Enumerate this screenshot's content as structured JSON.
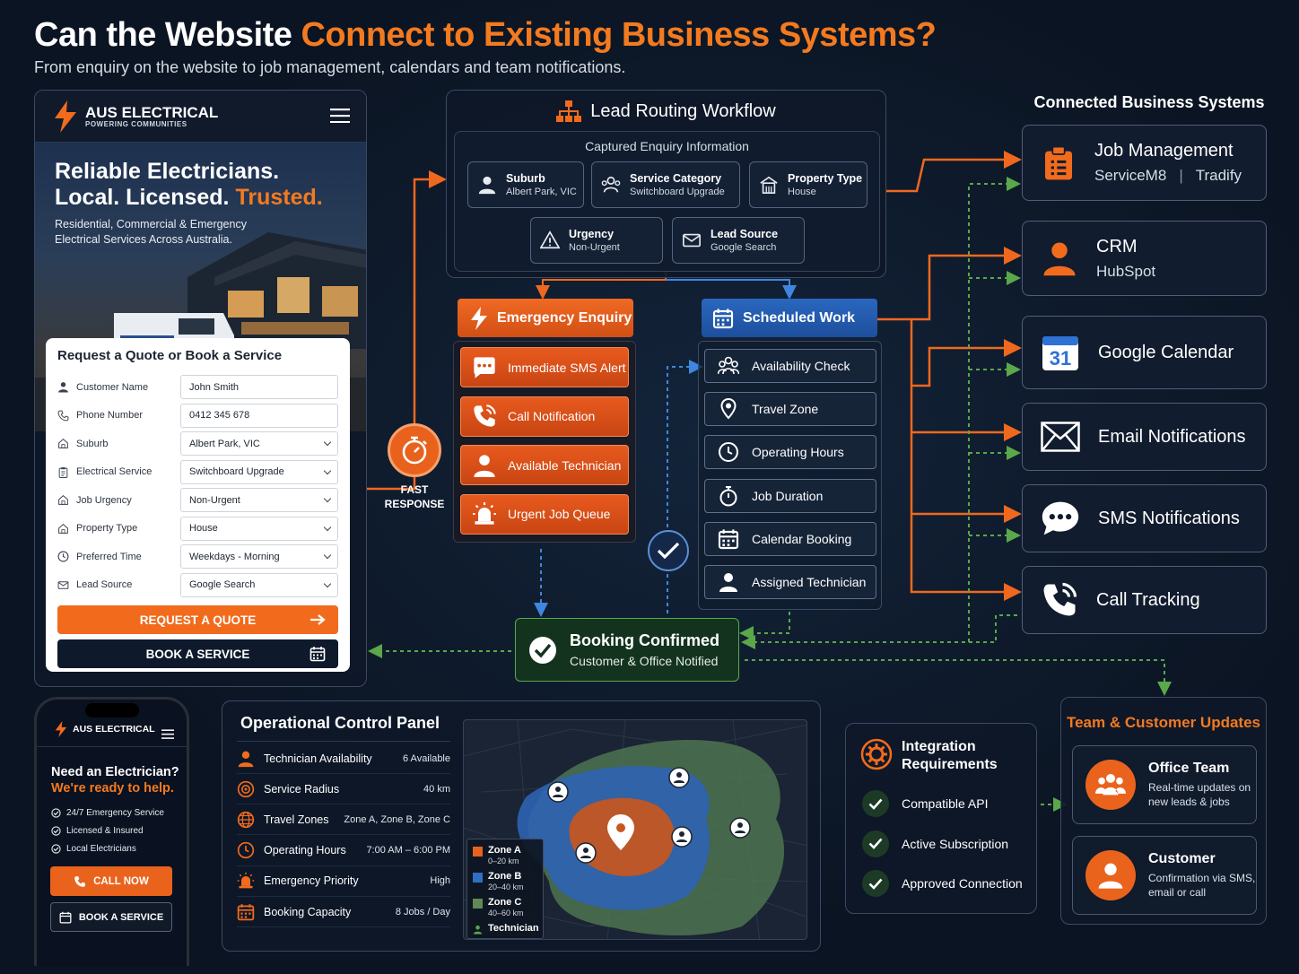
{
  "header": {
    "title_plain": "Can the Website ",
    "title_highlight": "Connect to Existing Business Systems?",
    "subtitle": "From enquiry on the website to job management, calendars and team notifications."
  },
  "colors": {
    "accent": "#f47a1f",
    "blue": "#2a67c0",
    "green": "#5aa84a",
    "background": "#0b1422"
  },
  "website": {
    "brand": "AUS ELECTRICAL",
    "tagline": "POWERING COMMUNITIES",
    "hero_line1": "Reliable Electricians.",
    "hero_line2": "Local. Licensed.",
    "hero_highlight": "Trusted.",
    "hero_text": "Residential, Commercial & Emergency Electrical Services Across Australia.",
    "form": {
      "title": "Request a Quote or Book a Service",
      "fields": [
        {
          "label": "Customer Name",
          "value": "John Smith",
          "icon": "user-icon",
          "dropdown": false
        },
        {
          "label": "Phone Number",
          "value": "0412 345 678",
          "icon": "phone-icon",
          "dropdown": false
        },
        {
          "label": "Suburb",
          "value": "Albert Park, VIC",
          "icon": "home-icon",
          "dropdown": true
        },
        {
          "label": "Electrical Service",
          "value": "Switchboard Upgrade",
          "icon": "clipboard-icon",
          "dropdown": true
        },
        {
          "label": "Job Urgency",
          "value": "Non-Urgent",
          "icon": "home-icon",
          "dropdown": true
        },
        {
          "label": "Property Type",
          "value": "House",
          "icon": "home-icon",
          "dropdown": true
        },
        {
          "label": "Preferred Time",
          "value": "Weekdays - Morning",
          "icon": "clock-icon",
          "dropdown": true
        },
        {
          "label": "Lead Source",
          "value": "Google Search",
          "icon": "mail-icon",
          "dropdown": true
        }
      ],
      "quote_button": "REQUEST A QUOTE",
      "book_button": "BOOK A SERVICE"
    }
  },
  "routing": {
    "title": "Lead Routing Workflow",
    "captured_title": "Captured Enquiry Information",
    "chips": [
      {
        "key": "Suburb",
        "value": "Albert Park, VIC",
        "icon": "user-icon"
      },
      {
        "key": "Service Category",
        "value": "Switchboard Upgrade",
        "icon": "users-icon"
      },
      {
        "key": "Property Type",
        "value": "House",
        "icon": "building-icon"
      },
      {
        "key": "Urgency",
        "value": "Non-Urgent",
        "icon": "warning-icon"
      },
      {
        "key": "Lead Source",
        "value": "Google Search",
        "icon": "mail-icon"
      }
    ]
  },
  "fast_response": "FAST RESPONSE",
  "emergency": {
    "title": "Emergency Enquiry",
    "steps": [
      {
        "label": "Immediate SMS Alert",
        "icon": "chat-icon"
      },
      {
        "label": "Call Notification",
        "icon": "phone-ring-icon"
      },
      {
        "label": "Available Technician",
        "icon": "user-icon"
      },
      {
        "label": "Urgent Job Queue",
        "icon": "alarm-icon"
      }
    ]
  },
  "scheduled": {
    "title": "Scheduled Work",
    "steps": [
      {
        "label": "Availability Check",
        "icon": "team-icon"
      },
      {
        "label": "Travel Zone",
        "icon": "location-pin-icon"
      },
      {
        "label": "Operating Hours",
        "icon": "clock-icon"
      },
      {
        "label": "Job Duration",
        "icon": "stopwatch-icon"
      },
      {
        "label": "Calendar Booking",
        "icon": "calendar-icon"
      },
      {
        "label": "Assigned Technician",
        "icon": "user-icon"
      }
    ]
  },
  "booking": {
    "title": "Booking Confirmed",
    "subtitle": "Customer & Office Notified"
  },
  "systems": {
    "title": "Connected Business Systems",
    "items": [
      {
        "name": "Job Management",
        "sub1": "ServiceM8",
        "sub2": "Tradify",
        "icon": "clipboard-icon"
      },
      {
        "name": "CRM",
        "sub1": "HubSpot",
        "sub2": "",
        "icon": "user-icon"
      },
      {
        "name": "Google Calendar",
        "sub1": "",
        "sub2": "",
        "icon": "calendar-31-icon",
        "badge": "31"
      },
      {
        "name": "Email Notifications",
        "sub1": "",
        "sub2": "",
        "icon": "envelope-icon"
      },
      {
        "name": "SMS Notifications",
        "sub1": "",
        "sub2": "",
        "icon": "chat-bubble-icon"
      },
      {
        "name": "Call Tracking",
        "sub1": "",
        "sub2": "",
        "icon": "phone-ring-icon"
      }
    ]
  },
  "phone": {
    "brand": "AUS ELECTRICAL",
    "headline": "Need an Electrician?",
    "highlight": "We're ready to help.",
    "bullets": [
      "24/7 Emergency Service",
      "Licensed & Insured",
      "Local Electricians"
    ],
    "call_button": "CALL NOW",
    "book_button": "BOOK A SERVICE"
  },
  "ops": {
    "title": "Operational Control Panel",
    "rows": [
      {
        "label": "Technician Availability",
        "value": "6 Available",
        "icon": "user-icon"
      },
      {
        "label": "Service Radius",
        "value": "40 km",
        "icon": "target-icon"
      },
      {
        "label": "Travel Zones",
        "value": "Zone A, Zone B, Zone C",
        "icon": "globe-icon"
      },
      {
        "label": "Operating Hours",
        "value": "7:00 AM – 6:00 PM",
        "icon": "clock-icon"
      },
      {
        "label": "Emergency Priority",
        "value": "High",
        "icon": "alarm-icon"
      },
      {
        "label": "Booking Capacity",
        "value": "8 Jobs / Day",
        "icon": "calendar-icon"
      }
    ],
    "legend": [
      {
        "name": "Zone A",
        "range": "0–20 km",
        "color": "#e8621d"
      },
      {
        "name": "Zone B",
        "range": "20–40 km",
        "color": "#2f6fc4"
      },
      {
        "name": "Zone C",
        "range": "40–60 km",
        "color": "#5f8a55"
      },
      {
        "name": "Technician",
        "range": "",
        "color": "#5aa84a"
      }
    ]
  },
  "integration": {
    "title": "Integration Requirements",
    "items": [
      "Compatible API",
      "Active Subscription",
      "Approved Connection"
    ]
  },
  "team": {
    "title": "Team & Customer Updates",
    "cards": [
      {
        "name": "Office Team",
        "sub": "Real-time updates on new leads & jobs",
        "icon": "team-icon"
      },
      {
        "name": "Customer",
        "sub": "Confirmation via SMS, email or call",
        "icon": "user-icon"
      }
    ]
  }
}
